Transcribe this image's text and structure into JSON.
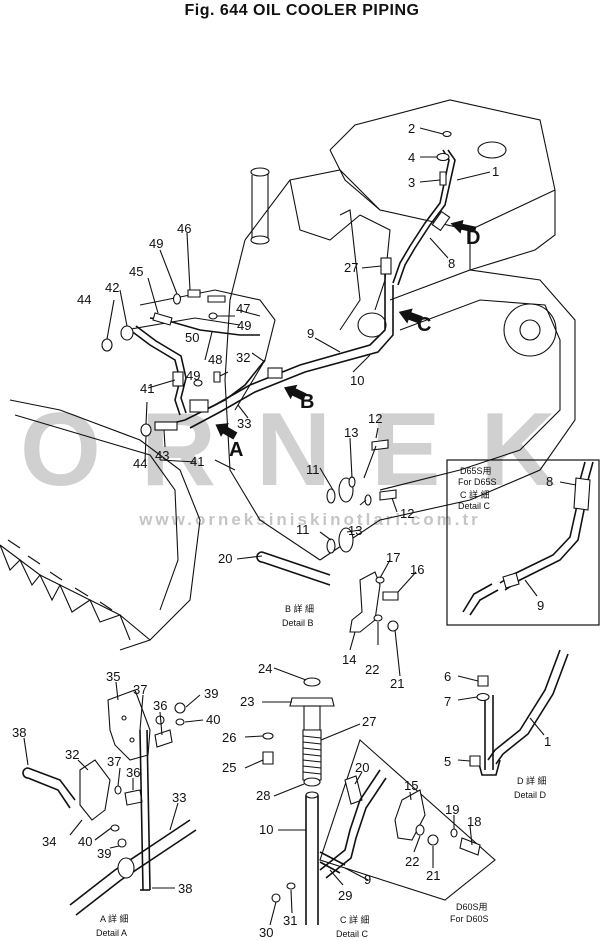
{
  "title": "Fig. 644   OIL COOLER PIPING",
  "watermark": "ORNEK",
  "watermark_url": "www.orneksiniskinotlari.com.tr",
  "main_labels": {
    "1": "1",
    "2": "2",
    "3": "3",
    "4": "4",
    "8": "8",
    "9": "9",
    "10": "10",
    "27": "27",
    "32": "32",
    "33": "33",
    "41a": "41",
    "41b": "41",
    "42": "42",
    "43": "43",
    "44a": "44",
    "44b": "44",
    "45": "45",
    "46": "46",
    "47": "47",
    "48": "48",
    "49a": "49",
    "49b": "49",
    "49c": "49",
    "50": "50"
  },
  "arrow_letters": {
    "A": "A",
    "B": "B",
    "C": "C",
    "D": "D"
  },
  "detail_b": {
    "labels": {
      "11a": "11",
      "11b": "11",
      "12a": "12",
      "12b": "12",
      "13a": "13",
      "13b": "13",
      "14": "14",
      "16": "16",
      "17": "17",
      "20": "20",
      "21": "21",
      "22": "22"
    },
    "caption_jp": "B 詳 細",
    "caption": "Detail B"
  },
  "detail_c_inset": {
    "line1": "D65S用",
    "line2": "For D65S",
    "line3": "C 詳 細",
    "line4": "Detail C",
    "labels": {
      "8": "8",
      "9": "9"
    }
  },
  "detail_a": {
    "labels": {
      "32": "32",
      "33": "33",
      "34": "34",
      "35": "35",
      "36a": "36",
      "36b": "36",
      "37a": "37",
      "37b": "37",
      "38a": "38",
      "38b": "38",
      "39a": "39",
      "39b": "39",
      "40a": "40",
      "40b": "40"
    },
    "caption_jp": "A 詳 細",
    "caption": "Detail A"
  },
  "detail_c": {
    "labels": {
      "10": "10",
      "23": "23",
      "24": "24",
      "25": "25",
      "26": "26",
      "27": "27",
      "28": "28",
      "30": "30",
      "31": "31"
    },
    "caption_jp": "C 詳 細",
    "caption": "Detail C"
  },
  "detail_d60": {
    "labels": {
      "9": "9",
      "15": "15",
      "18": "18",
      "19": "19",
      "20": "20",
      "21": "21",
      "22": "22",
      "29": "29"
    },
    "line1": "D60S用",
    "line2": "For D60S"
  },
  "detail_d": {
    "labels": {
      "1": "1",
      "5": "5",
      "6": "6",
      "7": "7"
    },
    "caption_jp": "D 詳 細",
    "caption": "Detail D"
  }
}
